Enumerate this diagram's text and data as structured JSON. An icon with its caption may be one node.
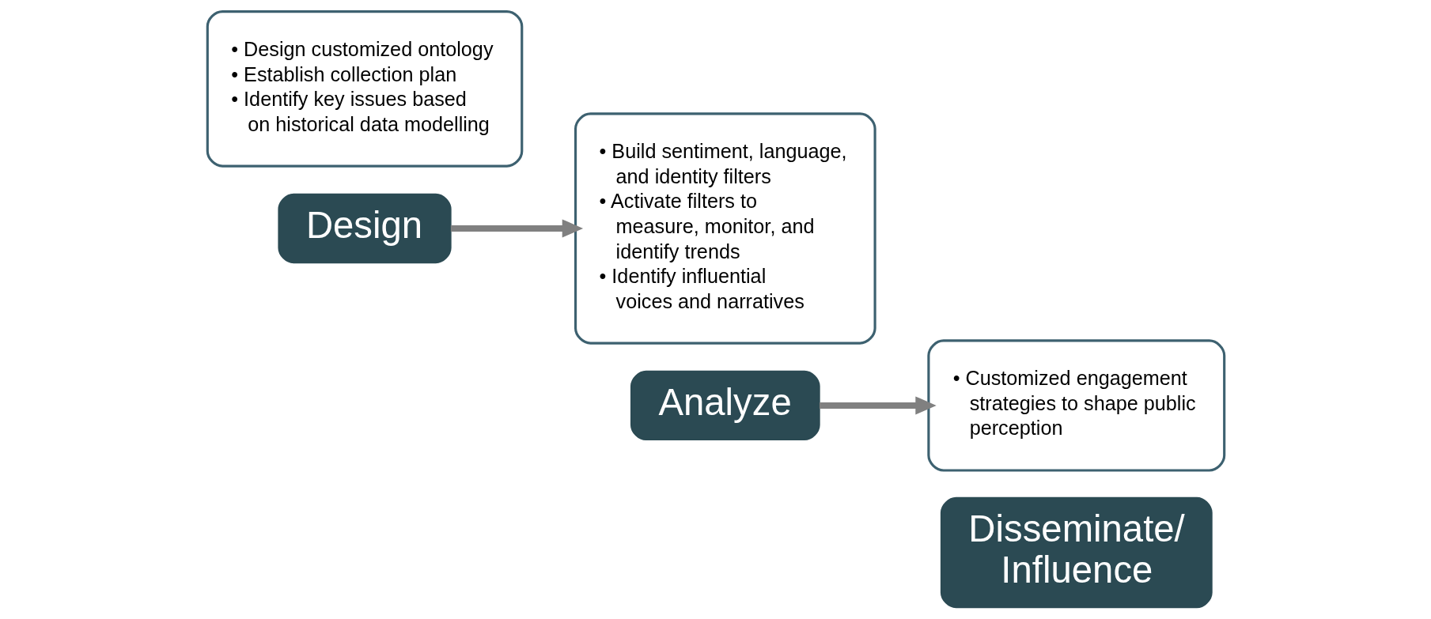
{
  "diagram": {
    "nodes": [
      {
        "text": [
          "• Design customized ontology",
          "• Establish collection plan",
          "• Identify key issues based on historical data modelling"
        ]
      },
      {
        "text": [
          "Design"
        ]
      },
      {
        "text": [
          "• Build sentiment, language, and identity filters",
          "• Activate filters to measure, monitor, and identify trends",
          "• Identify influential voices and narratives"
        ]
      },
      {
        "text": [
          "Analyze"
        ]
      },
      {
        "text": [
          "• Customized engagement strategies to shape public perception"
        ]
      },
      {
        "text": [
          "Disseminate/ Influence"
        ]
      }
    ],
    "edges": [
      {
        "from": 1,
        "to": 2,
        "arrow": "to"
      },
      {
        "from": 3,
        "to": 4,
        "arrow": "to"
      }
    ]
  }
}
